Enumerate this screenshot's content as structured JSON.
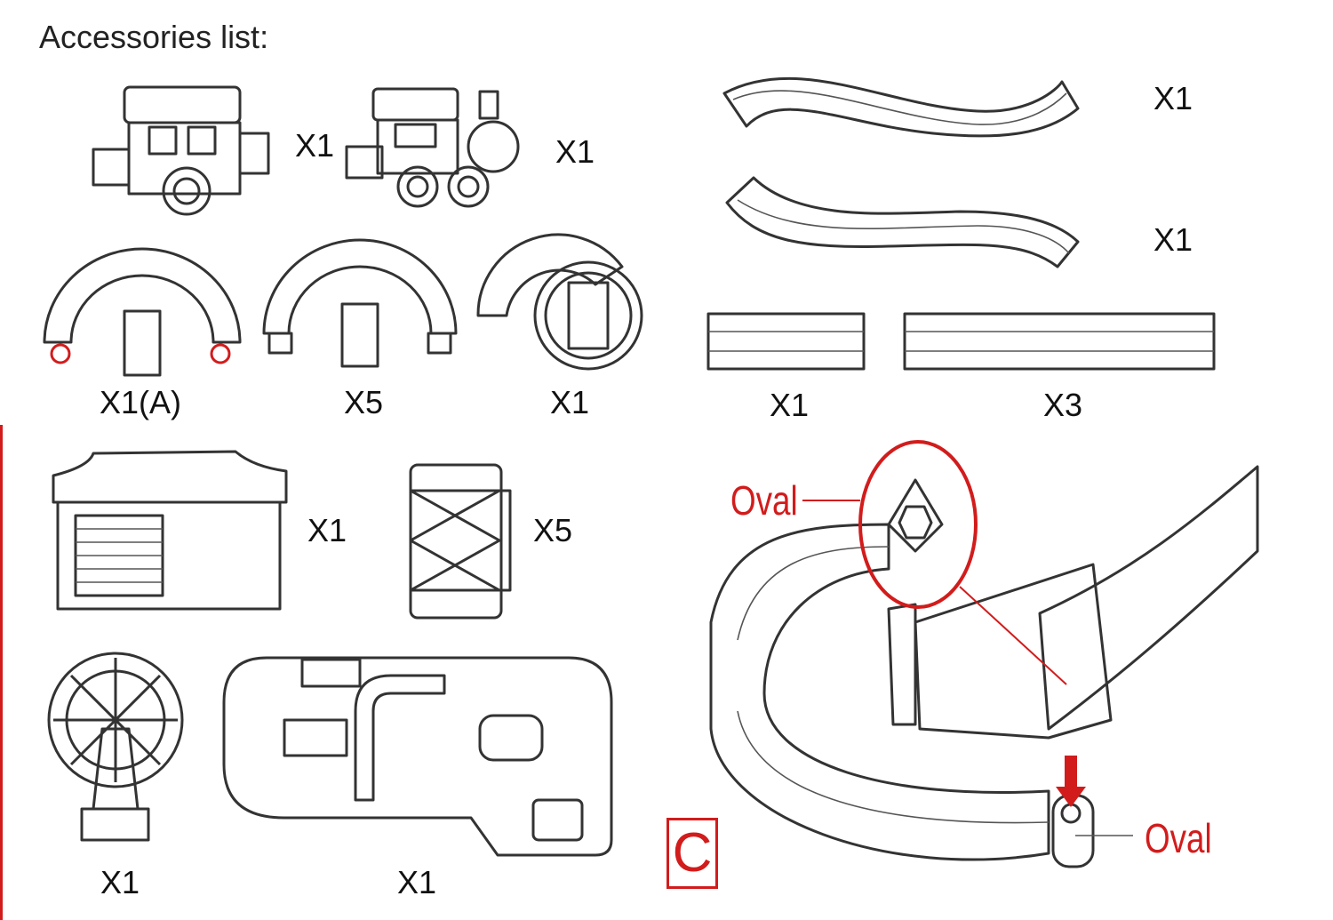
{
  "title": "Accessories list:",
  "items": {
    "trailer": "X1",
    "locomotive": "X1",
    "arch_a": "X1(A)",
    "arch": "X5",
    "spiral": "X1",
    "s_track_1": "X1",
    "s_track_2": "X1",
    "short_straight": "X1",
    "long_straight": "X3",
    "station": "X1",
    "crate": "X5",
    "ferris_wheel": "X1",
    "base_board": "X1"
  },
  "diagram": {
    "step_label": "C",
    "callout_top": "Oval",
    "callout_bottom": "Oval"
  },
  "colors": {
    "accent": "#d21c1c",
    "line": "#333333"
  }
}
